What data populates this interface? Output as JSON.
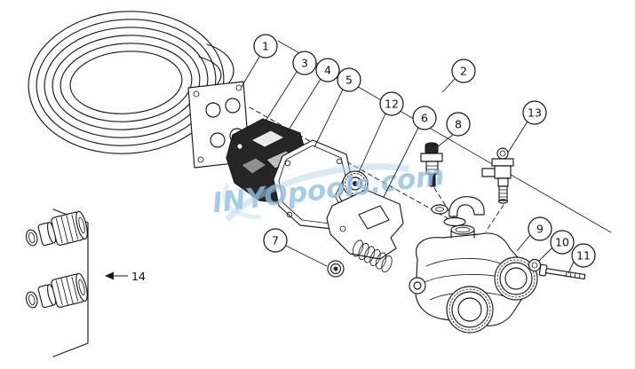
{
  "diagram": {
    "watermark": "INYOpools.com",
    "colors": {
      "line": "#1a1a1a",
      "watermark_blue": "#8fc0e4",
      "swoosh_blue": "#b5d6ee"
    },
    "callouts": {
      "c1": "1",
      "c2": "2",
      "c3": "3",
      "c4": "4",
      "c5": "5",
      "c6": "6",
      "c7": "7",
      "c8": "8",
      "c9": "9",
      "c10": "10",
      "c11": "11",
      "c12": "12",
      "c13": "13",
      "c14": "14"
    }
  }
}
